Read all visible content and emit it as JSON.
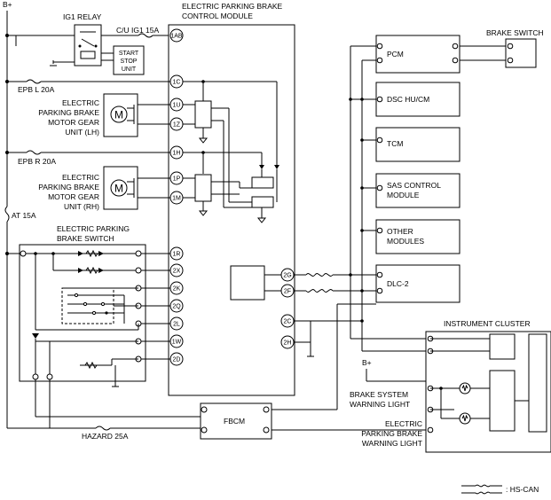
{
  "supply": {
    "b_plus": "B+",
    "b_plus_2": "B+"
  },
  "relay": {
    "title": "IG1 RELAY",
    "fuse": "C/U IG1 15A",
    "start_stop": [
      "START",
      "STOP",
      "UNIT"
    ]
  },
  "ecm": {
    "title": [
      "ELECTRIC PARKING BRAKE",
      "CONTROL MODULE"
    ]
  },
  "fuses": {
    "epb_l": "EPB L 20A",
    "epb_r": "EPB R 20A",
    "at": "AT 15A",
    "hazard": "HAZARD 25A"
  },
  "motors": {
    "lh": [
      "ELECTRIC",
      "PARKING BRAKE",
      "MOTOR GEAR",
      "UNIT (LH)"
    ],
    "rh": [
      "ELECTRIC",
      "PARKING BRAKE",
      "MOTOR GEAR",
      "UNIT (RH)"
    ],
    "symbol": "M"
  },
  "epb_switch": {
    "title": [
      "ELECTRIC PARKING",
      "BRAKE SWITCH"
    ]
  },
  "pins": [
    "1AB",
    "1C",
    "1U",
    "1Z",
    "1H",
    "1P",
    "1M",
    "1R",
    "2X",
    "2K",
    "2Q",
    "2L",
    "1W",
    "2D",
    "2G",
    "2F",
    "2C",
    "2H"
  ],
  "modules": [
    "PCM",
    "DSC HU/CM",
    "TCM",
    "SAS CONTROL MODULE",
    "OTHER MODULES",
    "DLC-2"
  ],
  "module_lines": {
    "sas": [
      "SAS CONTROL",
      "MODULE"
    ],
    "other": [
      "OTHER",
      "MODULES"
    ]
  },
  "brake_switch": "BRAKE SWITCH",
  "fbcm": "FBCM",
  "instrument_cluster": {
    "title": "INSTRUMENT CLUSTER",
    "brake_warning": [
      "BRAKE SYSTEM",
      "WARNING LIGHT"
    ],
    "epb_warning": [
      "ELECTRIC",
      "PARKING BRAKE",
      "WARNING LIGHT"
    ]
  },
  "legend": {
    "hs_can": ": HS-CAN"
  }
}
